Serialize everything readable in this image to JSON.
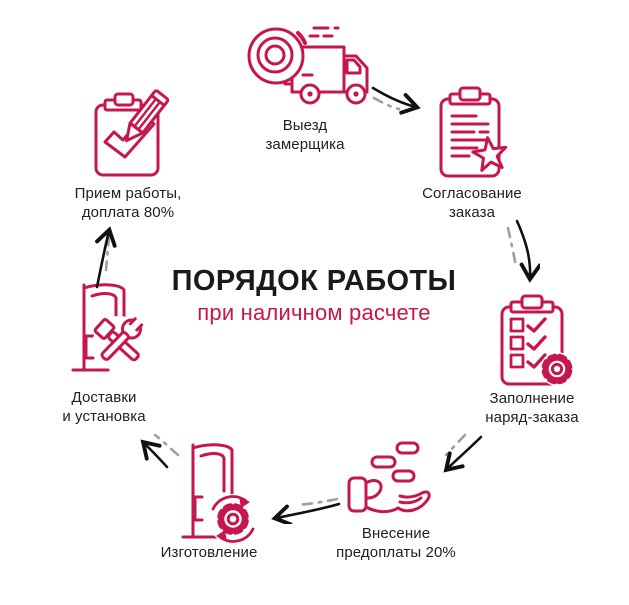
{
  "center": {
    "title": "ПОРЯДОК РАБОТЫ",
    "subtitle": "при наличном расчете"
  },
  "steps": [
    {
      "id": 1,
      "label": "Выезд\nзамерщика",
      "icon": "tape-measure-truck-icon"
    },
    {
      "id": 2,
      "label": "Согласование\nзаказа",
      "icon": "clipboard-star-icon"
    },
    {
      "id": 3,
      "label": "Заполнение\nнаряд-заказа",
      "icon": "clipboard-checklist-gear-icon"
    },
    {
      "id": 4,
      "label": "Внесение\nпредоплаты 20%",
      "icon": "hand-coins-icon"
    },
    {
      "id": 5,
      "label": "Изготовление",
      "icon": "door-gear-cycle-icon"
    },
    {
      "id": 6,
      "label": "Доставки\nи установка",
      "icon": "door-wrench-hammer-icon"
    },
    {
      "id": 7,
      "label": "Прием работы,\nдоплата 80%",
      "icon": "clipboard-check-pencil-icon"
    }
  ],
  "colors": {
    "accent": "#c5174c",
    "title_text": "#1a1a1a",
    "label_text": "#212121",
    "arrow": "#111111",
    "arrow_dash": "#9aa0a6",
    "background": "#ffffff"
  }
}
